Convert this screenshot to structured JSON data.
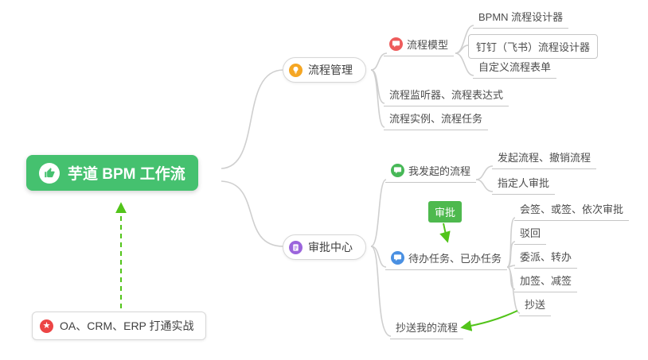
{
  "colors": {
    "brand-green": "#45c16f",
    "line-grey": "#cfcfcf",
    "arrow-green": "#52c41a",
    "approval-green": "#4eb94e",
    "orange": "#f5a623",
    "purple": "#9b65dc",
    "red": "#ee5c5c",
    "node-green": "#47b857",
    "node-blue": "#4a90e2",
    "star-red": "#ec4545"
  },
  "icons": {
    "root": "thumbs-up",
    "process_management": "lightbulb",
    "approval_center": "document-list",
    "process_model": "chat-bubble",
    "my_initiated": "chat-bubble",
    "todo_done": "chat-bubble",
    "note": "star",
    "star_glyph": "★"
  },
  "root": {
    "label": "芋道 BPM 工作流"
  },
  "branch_process": {
    "label": "流程管理"
  },
  "branch_approval": {
    "label": "审批中心"
  },
  "leaves": {
    "process_model": "流程模型",
    "bpmn_designer": "BPMN 流程设计器",
    "ding_designer": "钉钉（飞书）流程设计器",
    "custom_form": "自定义流程表单",
    "listener_expr": "流程监听器、流程表达式",
    "instance_task": "流程实例、流程任务",
    "my_initiated": "我发起的流程",
    "initiate_revoke": "发起流程、撤销流程",
    "assignee": "指定人审批",
    "todo_done": "待办任务、已办任务",
    "countersign": "会签、或签、依次审批",
    "reject": "驳回",
    "delegate": "委派、转办",
    "addsign": "加签、减签",
    "cc": "抄送",
    "cc_my": "抄送我的流程"
  },
  "labels": {
    "approval_tag": "审批",
    "oa_note": "OA、CRM、ERP 打通实战"
  }
}
